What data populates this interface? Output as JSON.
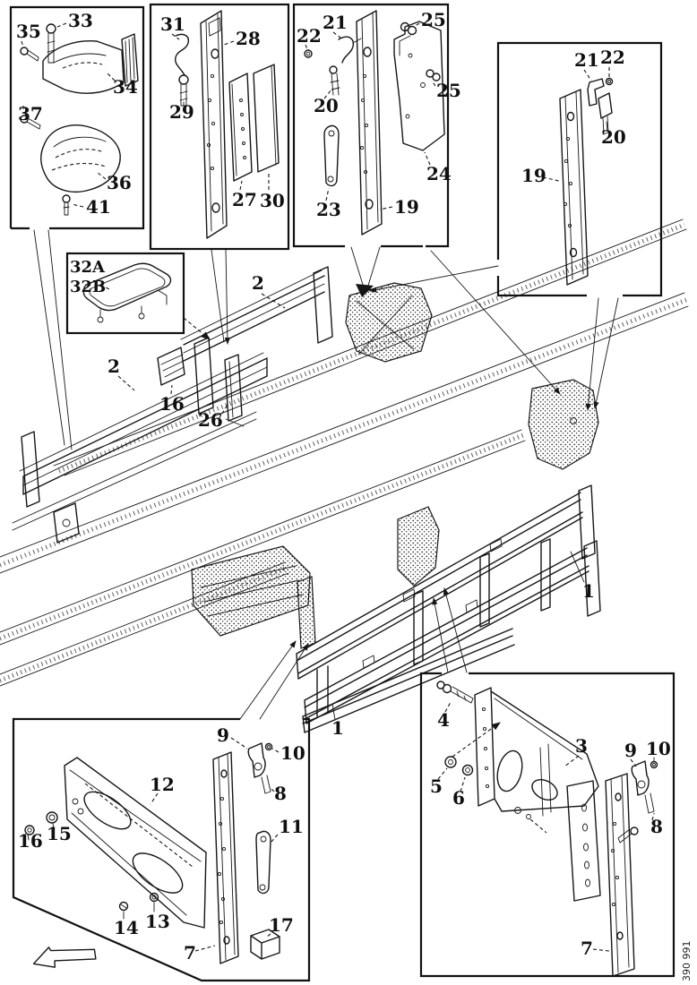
{
  "figure": {
    "number": "390 991"
  },
  "labels": {
    "1": "1",
    "2": "2",
    "3": "3",
    "4": "4",
    "5": "5",
    "6": "6",
    "7": "7",
    "8": "8",
    "9": "9",
    "10": "10",
    "11": "11",
    "12": "12",
    "13": "13",
    "14": "14",
    "15": "15",
    "16": "16",
    "17": "17",
    "19": "19",
    "20": "20",
    "21": "21",
    "22": "22",
    "23": "23",
    "24": "24",
    "25": "25",
    "26": "26",
    "27": "27",
    "28": "28",
    "29": "29",
    "30": "30",
    "31": "31",
    "32A": "32A",
    "32B": "32B",
    "33": "33",
    "34": "34",
    "35": "35",
    "36": "36",
    "37": "37",
    "41": "41"
  }
}
